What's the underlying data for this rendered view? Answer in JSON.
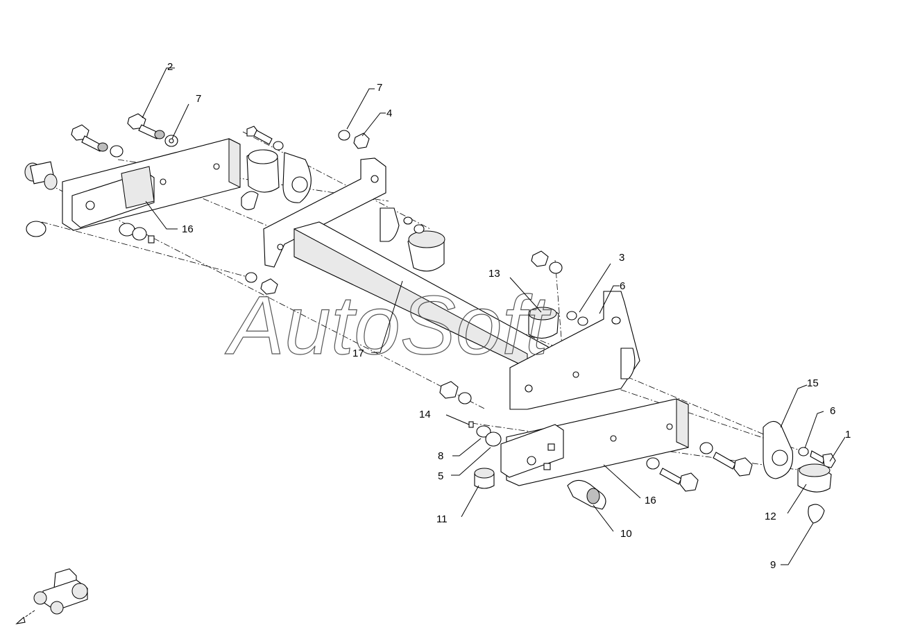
{
  "watermark": "AutoSoft",
  "callouts": [
    {
      "id": "c2a",
      "text": "2"
    },
    {
      "id": "c7a",
      "text": "7"
    },
    {
      "id": "c16a",
      "text": "16"
    },
    {
      "id": "c7b",
      "text": "7"
    },
    {
      "id": "c4",
      "text": "4"
    },
    {
      "id": "c13",
      "text": "13"
    },
    {
      "id": "c3",
      "text": "3"
    },
    {
      "id": "c6a",
      "text": "6"
    },
    {
      "id": "c17",
      "text": "17"
    },
    {
      "id": "c14",
      "text": "14"
    },
    {
      "id": "c8",
      "text": "8"
    },
    {
      "id": "c5",
      "text": "5"
    },
    {
      "id": "c11",
      "text": "11"
    },
    {
      "id": "c10",
      "text": "10"
    },
    {
      "id": "c16b",
      "text": "16"
    },
    {
      "id": "c15",
      "text": "15"
    },
    {
      "id": "c6b",
      "text": "6"
    },
    {
      "id": "c1",
      "text": "1"
    },
    {
      "id": "c12",
      "text": "12"
    },
    {
      "id": "c9",
      "text": "9"
    }
  ]
}
